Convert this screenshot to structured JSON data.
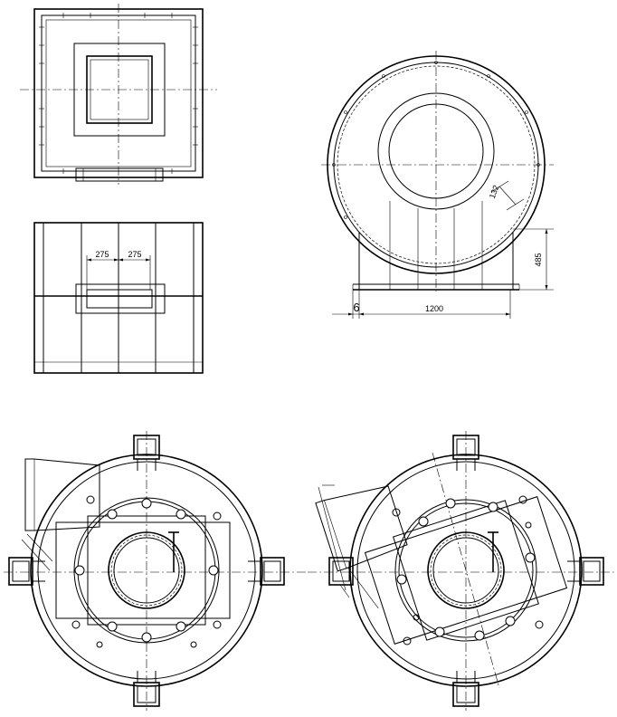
{
  "dimensions": {
    "top_view_a": "275",
    "top_view_b": "275",
    "gusset": "132",
    "support_height": "485",
    "plate_thickness": "6",
    "base_width": "1200"
  },
  "colors": {
    "line": "#000000",
    "background": "#ffffff"
  }
}
